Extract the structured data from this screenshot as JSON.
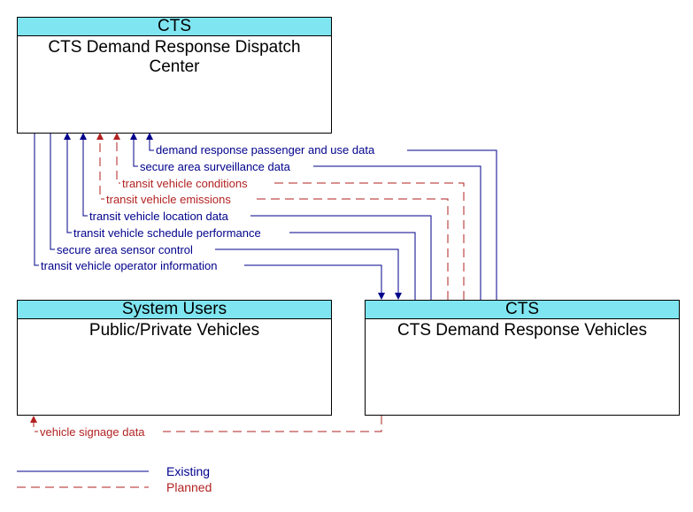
{
  "boxes": {
    "dispatch": {
      "header": "CTS",
      "title": "CTS Demand Response Dispatch Center"
    },
    "users": {
      "header": "System Users",
      "title": "Public/Private Vehicles"
    },
    "vehicles": {
      "header": "CTS",
      "title": "CTS Demand Response Vehicles"
    }
  },
  "flows": {
    "f1": "demand response passenger and use data",
    "f2": "secure area surveillance data",
    "f3": "transit vehicle conditions",
    "f4": "transit vehicle emissions",
    "f5": "transit vehicle location data",
    "f6": "transit vehicle schedule performance",
    "f7": "secure area sensor control",
    "f8": "transit vehicle operator information",
    "f9": "vehicle signage data"
  },
  "legend": {
    "existing": "Existing",
    "planned": "Planned"
  },
  "colors": {
    "existing": "#00008b",
    "planned": "#b22222",
    "header": "#7fe5f0"
  }
}
